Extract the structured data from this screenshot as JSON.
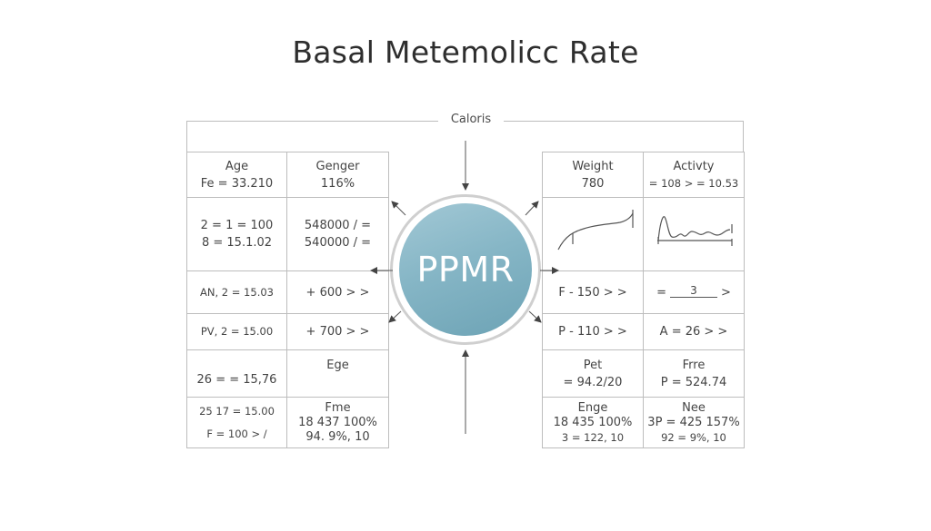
{
  "title": "Basal Metemolicc Rate",
  "top_label": "Caloris",
  "center": {
    "label": "PPMR",
    "fill_colors": [
      "#a2c8d5",
      "#6da3b5"
    ],
    "ring_color": "#cfcfcf"
  },
  "left_table": {
    "rows": [
      [
        [
          "Age",
          "Fe = 33.210"
        ],
        [
          "Genger",
          "116%"
        ]
      ],
      [
        [
          "2 = 1 = 100",
          "8 = 15.1.02"
        ],
        [
          "548000 / =",
          "540000 / ="
        ]
      ],
      [
        [
          "AN, 2 = 15.03"
        ],
        [
          "+ 600 > >"
        ]
      ],
      [
        [
          "PV, 2 = 15.00"
        ],
        [
          "+ 700 > >"
        ]
      ],
      [
        [
          "26 = = 15,76"
        ],
        [
          "Ege"
        ]
      ],
      [
        [
          "25 17 = 15.00",
          "F = 100 > /"
        ],
        [
          "Fme",
          "18 437 100%",
          "94. 9%, 10"
        ]
      ]
    ]
  },
  "right_table": {
    "rows": [
      [
        [
          "Weight",
          "780"
        ],
        [
          "Activty",
          "= 108 > = 10.53"
        ]
      ],
      [
        [
          "weight-curve-sparkline"
        ],
        [
          "activity-wave-sparkline"
        ]
      ],
      [
        [
          "F - 150 > >"
        ],
        [
          "= ___3___ >"
        ]
      ],
      [
        [
          "P - 110 > >"
        ],
        [
          "A = 26 > >"
        ]
      ],
      [
        [
          "Pet",
          "= 94.2/20"
        ],
        [
          "Frre",
          "P = 524.74"
        ]
      ],
      [
        [
          "Enge",
          "18 435 100%",
          "3 = 122, 10"
        ],
        [
          "Nee",
          "3P = 425 157%",
          "92 = 9%, 10"
        ]
      ]
    ]
  },
  "connectors": [
    "top-arrow-down",
    "bottom-arrow-up",
    "left-arrow",
    "right-arrow",
    "diagonal-arrows-4"
  ]
}
